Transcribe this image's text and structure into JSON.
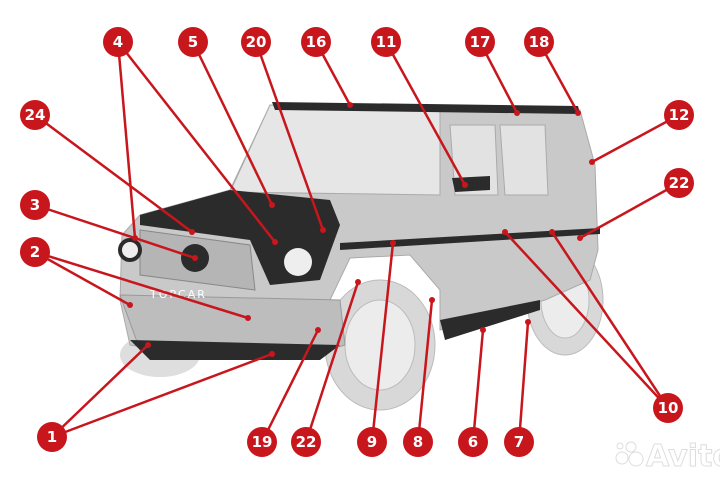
{
  "colors": {
    "marker": "#c8161d",
    "body": "#c9c9c9",
    "carbon": "#2b2b2b",
    "background": "#ffffff"
  },
  "car_badge": "TOPCAR",
  "watermark": "Avito",
  "markers": [
    {
      "label": "4"
    },
    {
      "label": "5"
    },
    {
      "label": "20"
    },
    {
      "label": "16"
    },
    {
      "label": "11"
    },
    {
      "label": "17"
    },
    {
      "label": "18"
    },
    {
      "label": "24"
    },
    {
      "label": "12"
    },
    {
      "label": "3"
    },
    {
      "label": "22"
    },
    {
      "label": "2"
    },
    {
      "label": "1"
    },
    {
      "label": "19"
    },
    {
      "label": "22"
    },
    {
      "label": "9"
    },
    {
      "label": "8"
    },
    {
      "label": "6"
    },
    {
      "label": "7"
    },
    {
      "label": "10"
    }
  ]
}
